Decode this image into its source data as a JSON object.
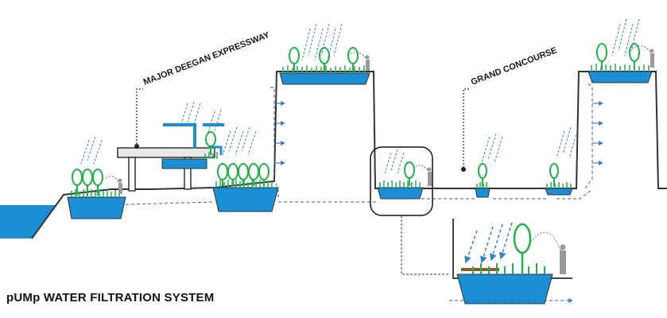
{
  "labels": {
    "expressway": "MAJOR DEEGAN EXPRESSWAY",
    "concourse": "GRAND CONCOURSE"
  },
  "caption": "pUMp WATER FILTRATION SYSTEM",
  "colors": {
    "water": "#1a8fd6",
    "rain": "#3a7fc8",
    "foliage": "#1fb24a",
    "line": "#333333",
    "deck": "#8b5a2b"
  }
}
